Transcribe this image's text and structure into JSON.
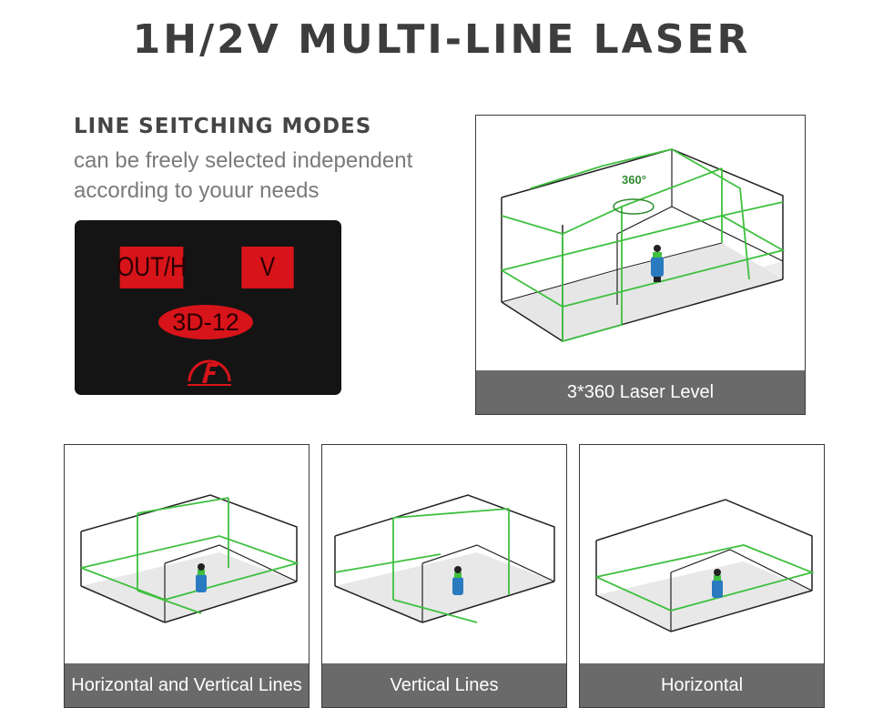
{
  "title": "1H/2V MULTI-LINE LASER",
  "modes": {
    "heading": "LINE SEITCHING MODES",
    "line1": "can be freely selected independent",
    "line2": "according to youur needs"
  },
  "panel": {
    "btn_out": "OUT/H",
    "btn_v": "V",
    "btn_3d": "3D-12",
    "logo_icon": "f-logo-icon",
    "accent": "#d6141a"
  },
  "cards": {
    "main": {
      "caption": "3*360 Laser Level",
      "angle_label": "360°"
    },
    "hv": {
      "caption": "Horizontal and Vertical Lines"
    },
    "v": {
      "caption": "Vertical Lines"
    },
    "h": {
      "caption": "Horizontal"
    }
  },
  "colors": {
    "laser": "#3fc03f",
    "caption_bg": "#6a6a6a"
  }
}
